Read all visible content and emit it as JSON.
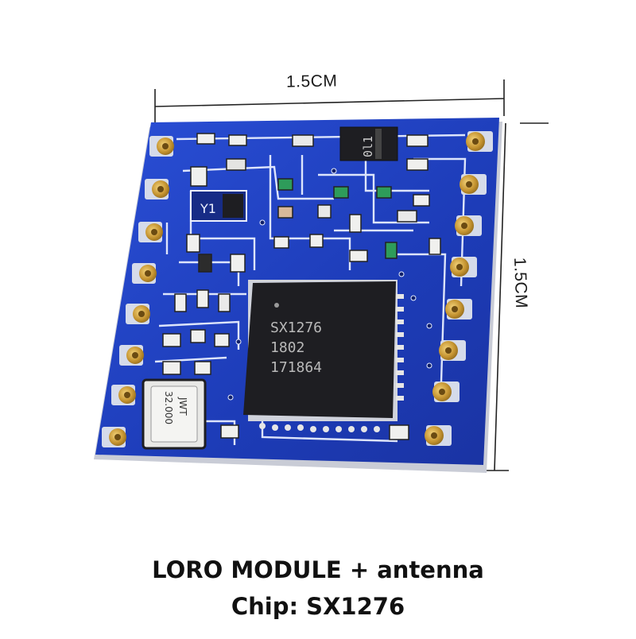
{
  "dimensions": {
    "width_label": "1.5CM",
    "height_label": "1.5CM"
  },
  "chip": {
    "line1": "SX1276",
    "line2": "1802",
    "line3": "171864"
  },
  "crystal": {
    "line1": "JWT",
    "line2": "32.000"
  },
  "silkscreen": {
    "y1": "Y1",
    "ic_text": "0l1"
  },
  "caption": {
    "line1": "LORO MODULE + antenna",
    "line2": "Chip: SX1276"
  },
  "colors": {
    "pcb": "#1f3fbf",
    "pcb_dark": "#15309a",
    "trace": "#eef2ff",
    "pad_gold": "#c79a2e",
    "chip": "#1e1e22"
  }
}
